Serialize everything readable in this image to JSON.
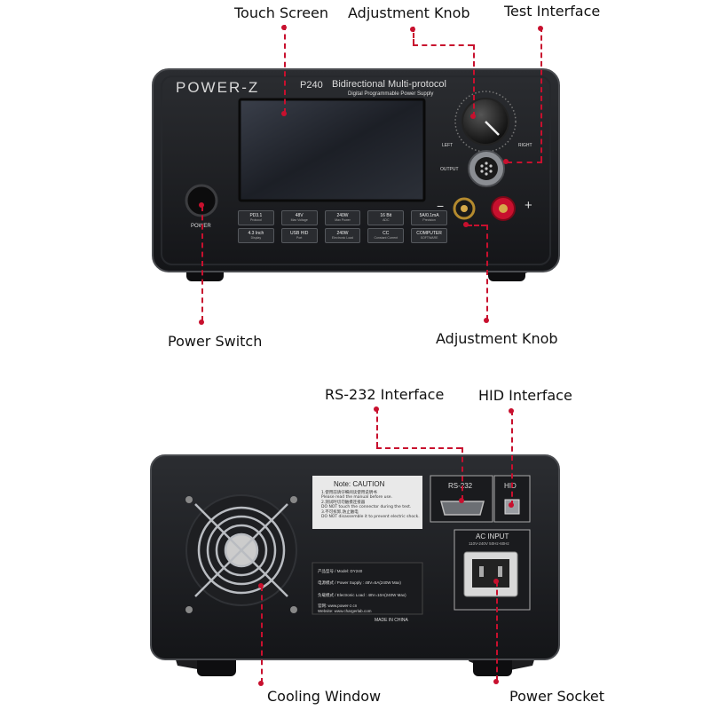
{
  "callouts": {
    "touch_screen": "Touch Screen",
    "adjustment_knob_top": "Adjustment Knob",
    "test_interface": "Test Interface",
    "power_switch": "Power Switch",
    "adjustment_knob_bottom": "Adjustment Knob",
    "rs232_interface": "RS-232 Interface",
    "hid_interface": "HID Interface",
    "cooling_window": "Cooling Window",
    "power_socket": "Power Socket"
  },
  "front_panel": {
    "brand": "POWER-Z",
    "model": "P240",
    "product_line1": "Bidirectional Multi-protocol",
    "product_line2": "Digital Programmable Power Supply",
    "power_label": "POWER",
    "output_label": "OUTPUT",
    "knob_left": "LEFT",
    "knob_right": "RIGHT",
    "minus": "−",
    "plus": "+",
    "buttons_row1": [
      {
        "top": "PD3.1",
        "bottom": "Protocol"
      },
      {
        "top": "48V",
        "bottom": "Max Voltage"
      },
      {
        "top": "240W",
        "bottom": "Max Power"
      },
      {
        "top": "16 Bit",
        "bottom": "ADC"
      },
      {
        "top": "5A/0.1mA",
        "bottom": "Precision"
      }
    ],
    "buttons_row2": [
      {
        "top": "4.3 Inch",
        "bottom": "Display"
      },
      {
        "top": "USB HID",
        "bottom": "Port"
      },
      {
        "top": "240W",
        "bottom": "Electronic Load"
      },
      {
        "top": "CC",
        "bottom": "Constant Current"
      },
      {
        "top": "COMPUTER",
        "bottom": "SOFTWARE"
      }
    ]
  },
  "rear_panel": {
    "caution_title": "Note: CAUTION",
    "caution_lines": [
      "1.使用前请仔细阅读使用说明书",
      "Please read the manual before use.",
      "2.测试时切勿触摸连接器",
      "DO NOT touch the connector during the test.",
      "3.不可拆卸,防止触电",
      "DO NOT disassemble it to prevent electric shock."
    ],
    "rs232_label": "RS-232",
    "hid_label": "HID",
    "ac_input_title": "AC INPUT",
    "ac_input_spec": "110V-240V 50Hz-60Hz",
    "model_line": "产品型号 / Model: DY240",
    "power_supply_line": "电源模式 / Power Supply : 48V=5A(240W Max)",
    "load_line": "负载模式 / Electronic Load : 48V=10A(240W Max)",
    "website_line": "官网: www.power-z.cn",
    "website_line2": "Website: www.chargerlab.com",
    "made_in": "MADE IN CHINA"
  }
}
